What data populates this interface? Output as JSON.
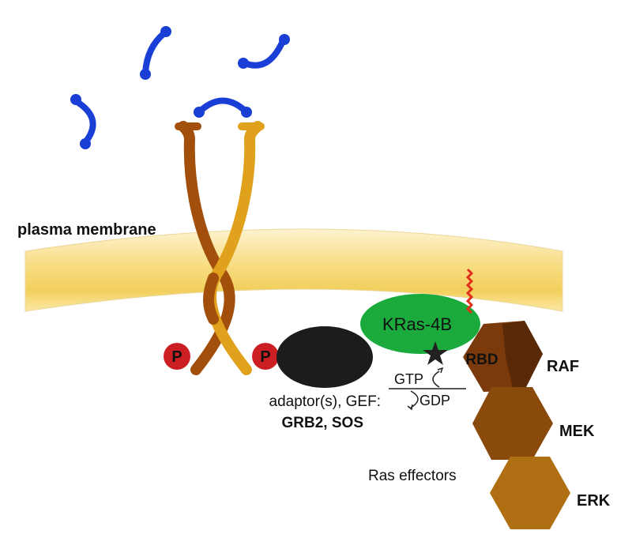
{
  "diagram": {
    "labels": {
      "membrane": "plasma membrane",
      "phospho": "P",
      "kras": "KRas-4B",
      "gtp": "GTP",
      "gdp": "GDP",
      "rbd": "RBD",
      "raf": "RAF",
      "mek": "MEK",
      "erk": "ERK",
      "adaptor_line1": "adaptor(s), GEF:",
      "adaptor_line2": "GRB2, SOS",
      "effectors": "Ras effectors"
    },
    "colors": {
      "ligand": "#1a3fd6",
      "membrane_light": "#fdf1c4",
      "membrane_dark": "#f2cf5c",
      "receptor_dark": "#a34f0c",
      "receptor_light": "#e0a21c",
      "phospho": "#cc1f24",
      "adaptor": "#1c1c1c",
      "kras": "#1aab3c",
      "gtp_star": "#222222",
      "lipid_tail": "#e0301c",
      "raf": "#7a3a0c",
      "raf_dark": "#5a2a08",
      "mek": "#8a4a0c",
      "erk": "#b06f12"
    }
  }
}
